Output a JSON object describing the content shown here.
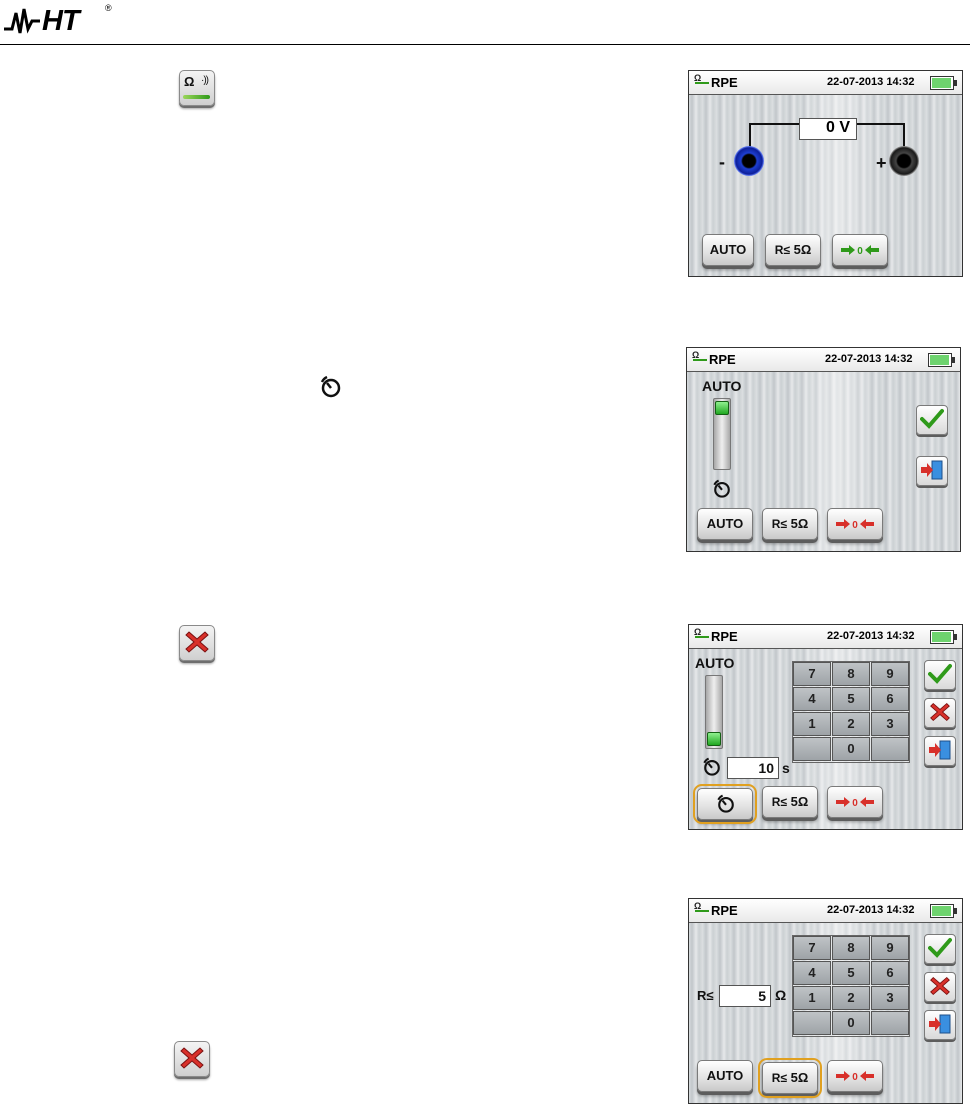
{
  "brand": {
    "logo_text": "HT",
    "registered": "®"
  },
  "icons": {
    "measure": "omega-beep-icon",
    "timer": "stopwatch-icon",
    "cancel": "red-x-icon",
    "confirm": "green-check-icon",
    "exit": "exit-door-icon",
    "zero": "zero-arrows-icon"
  },
  "colors": {
    "neg_terminal": "#1e3fd0",
    "battery": "#6ed36e",
    "selection": "#e0a020",
    "green_knob": "#21a821",
    "red_x": "#d8302a"
  },
  "status_bar": {
    "mode": "RPE",
    "datetime": "22-07-2013 14:32",
    "mode_symbol": "Ω"
  },
  "screen1": {
    "voltage": "0 V",
    "minus": "-",
    "plus": "+",
    "btn_auto": "AUTO",
    "btn_limit_symbol": "R≤",
    "btn_limit_value": "5Ω"
  },
  "screen2": {
    "auto_label": "AUTO",
    "btn_auto": "AUTO",
    "btn_limit_symbol": "R≤",
    "btn_limit_value": "5Ω",
    "slider_level": 1.0
  },
  "screen3": {
    "auto_label": "AUTO",
    "time_value": "10",
    "time_unit": "s",
    "btn_limit_symbol": "R≤",
    "btn_limit_value": "5Ω",
    "keys": [
      "7",
      "8",
      "9",
      "4",
      "5",
      "6",
      "1",
      "2",
      "3",
      "",
      "0",
      ""
    ],
    "slider_level": 0.0
  },
  "screen4": {
    "limit_symbol": "R≤",
    "limit_value": "5",
    "limit_unit": "Ω",
    "btn_auto": "AUTO",
    "btn_limit_symbol": "R≤",
    "btn_limit_value": "5Ω",
    "keys": [
      "7",
      "8",
      "9",
      "4",
      "5",
      "6",
      "1",
      "2",
      "3",
      "",
      "0",
      ""
    ]
  }
}
